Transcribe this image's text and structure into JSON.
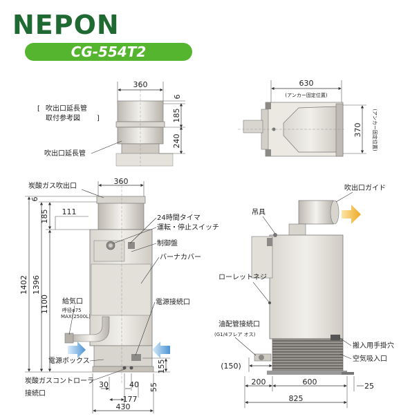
{
  "brand": {
    "logo": "NEPON",
    "model": "CG-554T2",
    "logo_color": "#1f6a33",
    "model_bg": "#55b52f"
  },
  "colors": {
    "unit_body": "#e8e6e0",
    "unit_shade": "#cfcbc3",
    "unit_dark": "#8c8a86",
    "outline": "#555555",
    "arrow_in": "#5aa0d8",
    "arrow_out": "#f0b030"
  },
  "top_left": {
    "bracket_line1": "吹出口延長管",
    "bracket_line2": "取付参考図",
    "pipe_label": "吹出口延長管",
    "dim_width": "360",
    "dim_6": "6",
    "dim_185": "185",
    "dim_240": "240"
  },
  "top_right": {
    "dim_630": "630",
    "note_630": "(アンカー固定位置)",
    "dim_370": "370",
    "note_370": "(アンカー固定位置)"
  },
  "front": {
    "label_co2_outlet": "炭酸ガス吹出口",
    "dim_360": "360",
    "dim_6": "6",
    "dim_185": "185",
    "dim_111": "111",
    "dim_1402": "1402",
    "dim_1396": "1396",
    "dim_1100": "1100",
    "label_timer": "24時間タイマ",
    "label_switch": "運転・停止スイッチ",
    "label_panel": "制御盤",
    "label_burner": "バーナカバー",
    "label_air_inlet": "給気口",
    "note_air1": "呼径φ75",
    "note_air2": "MAX(2500L)",
    "label_power_conn": "電源接続口",
    "label_power_box": "電源ボックス",
    "label_co2_ctrl1": "炭酸ガスコントローラ",
    "label_co2_ctrl2": "接続口",
    "dim_155": "155",
    "dim_55": "55",
    "dim_30": "30",
    "dim_40": "40",
    "dim_177": "177",
    "dim_430": "430"
  },
  "side": {
    "label_outlet_guide": "吹出口ガイド",
    "label_hanger": "吊具",
    "label_roller_screw": "ローレットネジ",
    "label_oil_conn": "油配管接続口",
    "note_oil": "(G1/4フレア オス)",
    "label_handle": "搬入用手掛穴",
    "label_air_intake": "空気吸入口",
    "dim_150": "(150)",
    "dim_200": "200",
    "dim_600": "600",
    "dim_25": "25",
    "dim_825": "825"
  }
}
